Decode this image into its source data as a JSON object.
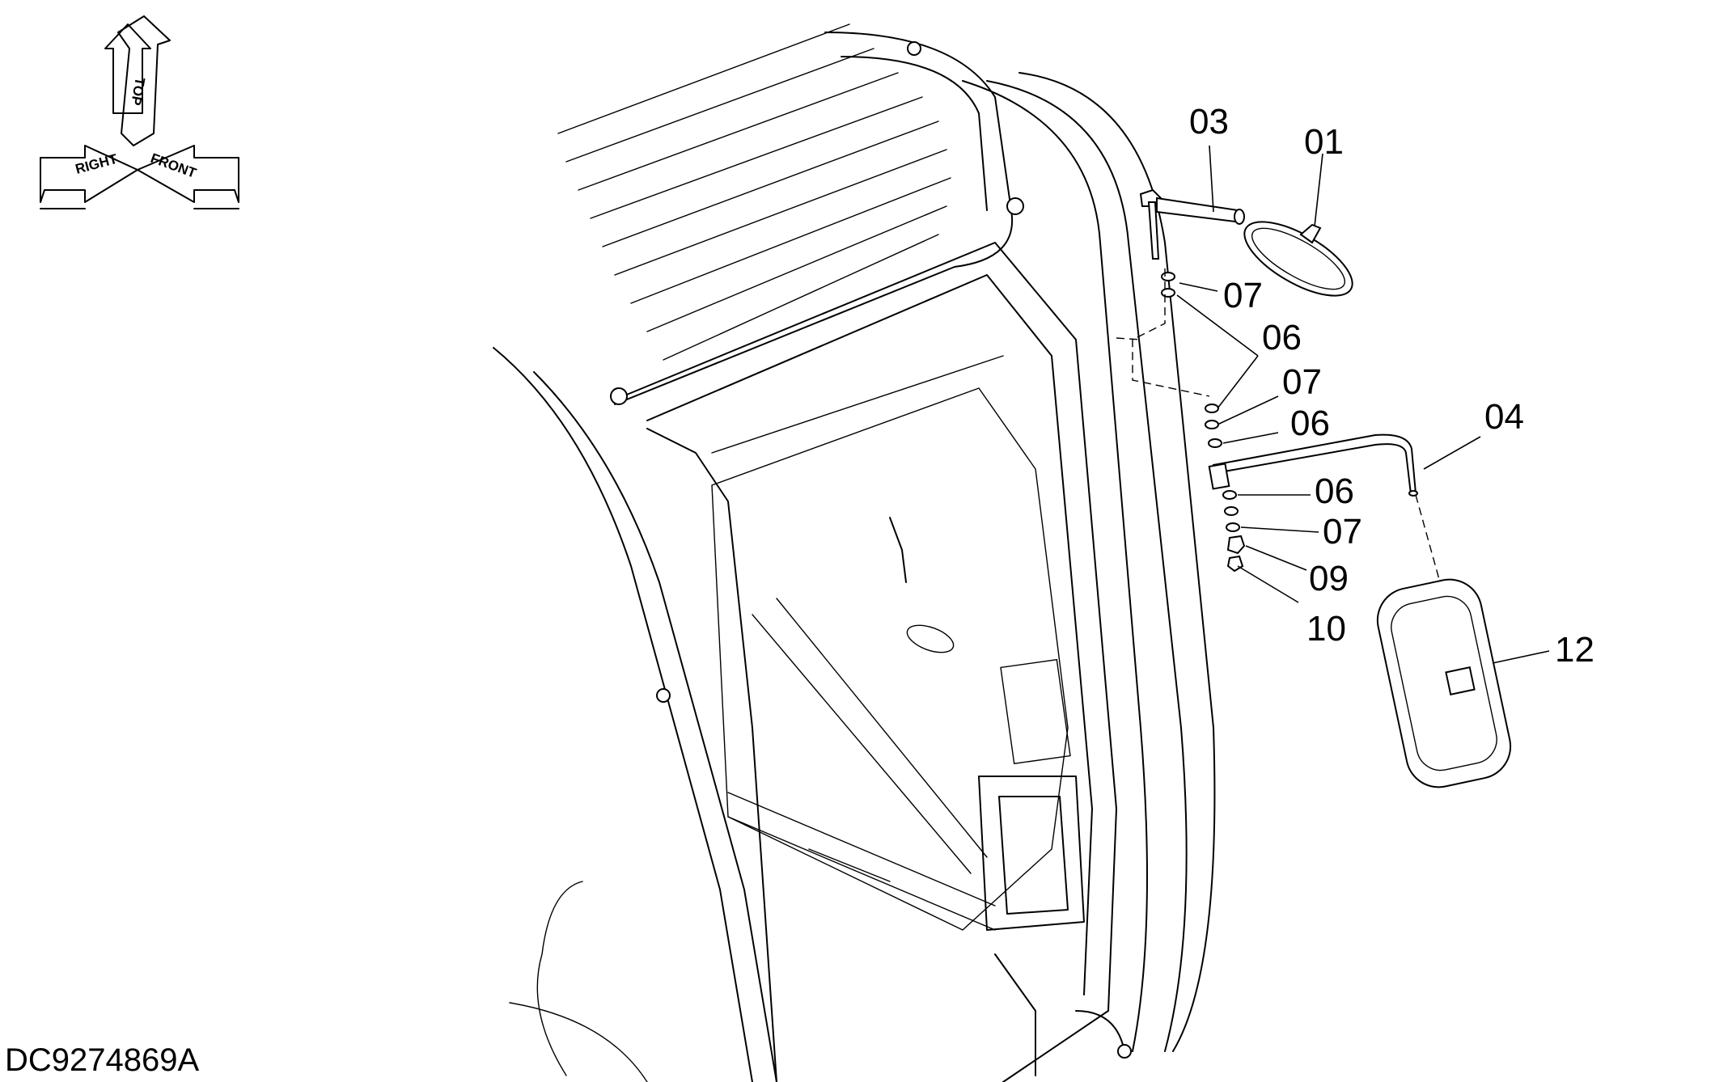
{
  "orientation": {
    "top": "TOP",
    "right": "RIGHT",
    "front": "FRONT"
  },
  "document_id": "DC9274869A",
  "callouts": [
    {
      "id": "01"
    },
    {
      "id": "03"
    },
    {
      "id": "07a",
      "label": "07"
    },
    {
      "id": "06a",
      "label": "06"
    },
    {
      "id": "07b",
      "label": "07"
    },
    {
      "id": "06b",
      "label": "06"
    },
    {
      "id": "04"
    },
    {
      "id": "06c",
      "label": "06"
    },
    {
      "id": "07c",
      "label": "07"
    },
    {
      "id": "09"
    },
    {
      "id": "10"
    },
    {
      "id": "12"
    }
  ],
  "labels": {
    "c01": "01",
    "c03": "03",
    "c04": "04",
    "c06a": "06",
    "c06b": "06",
    "c06c": "06",
    "c07a": "07",
    "c07b": "07",
    "c07c": "07",
    "c09": "09",
    "c10": "10",
    "c12": "12"
  }
}
